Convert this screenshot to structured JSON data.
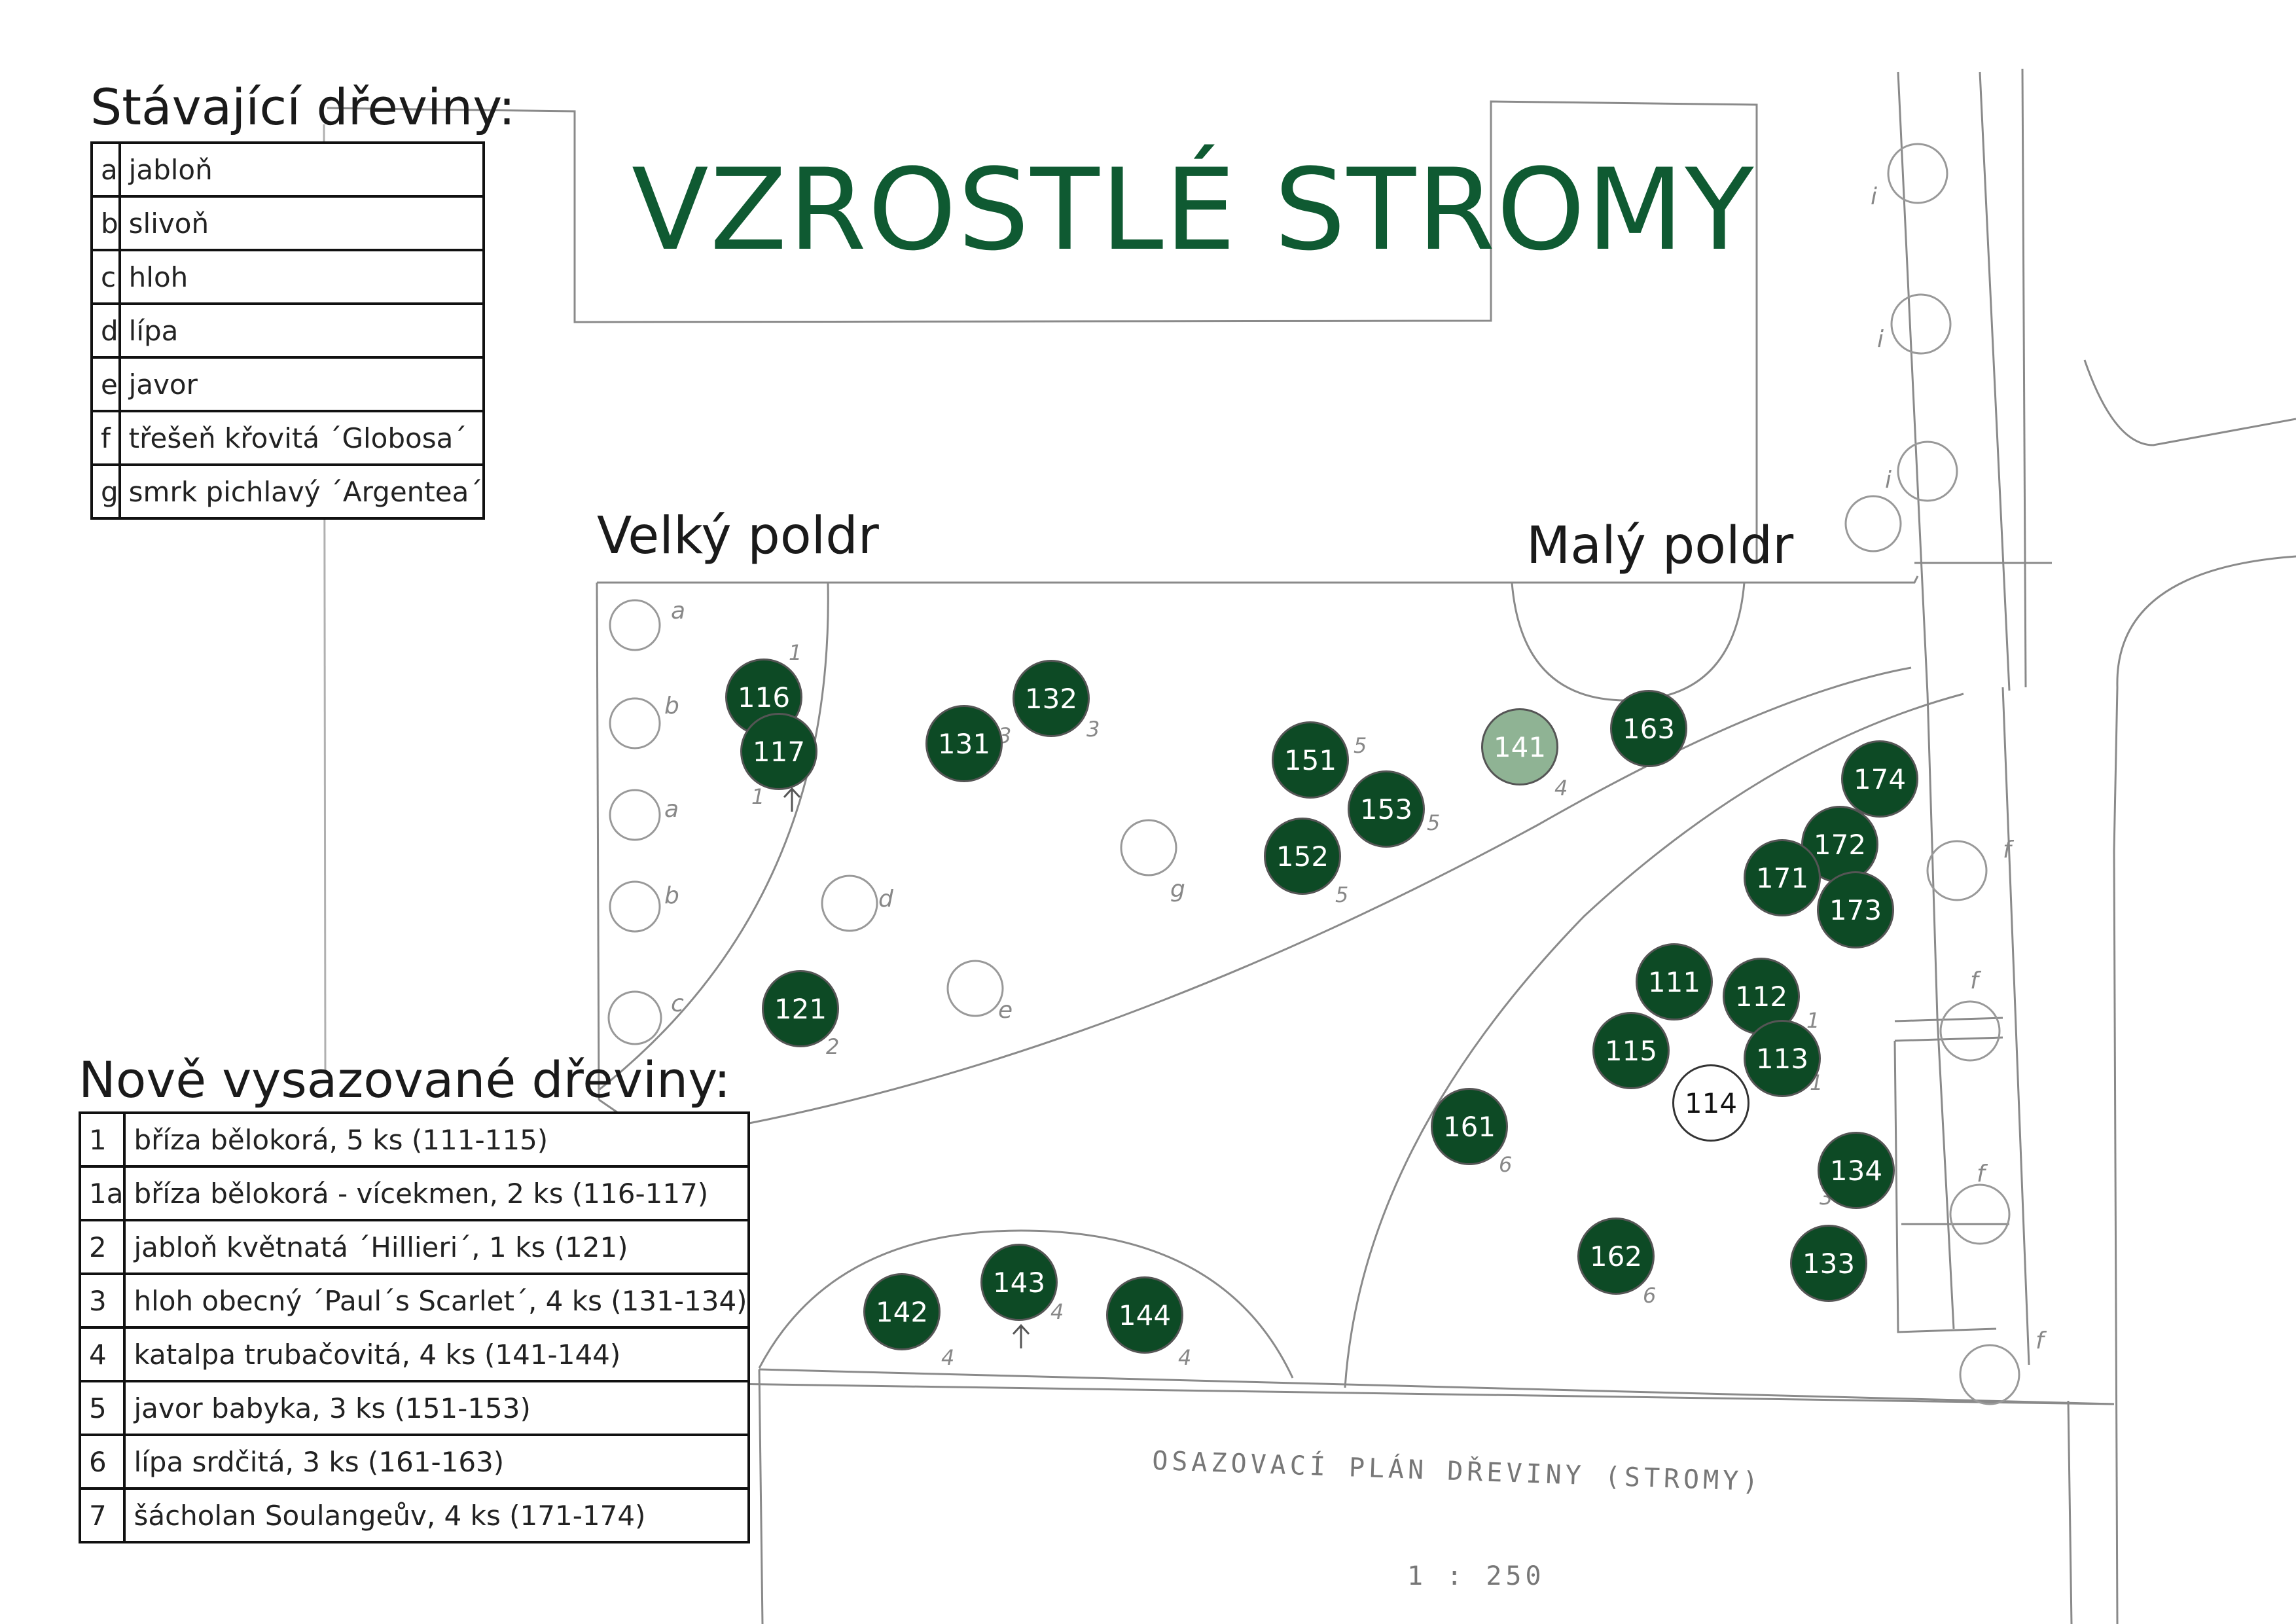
{
  "title": "VZROSTLÉ STROMY",
  "existing_heading": "Stávající dřeviny:",
  "new_heading": "Nově vysazované dřeviny:",
  "area_large": "Velký poldr",
  "area_small": "Malý poldr",
  "existing_trees": [
    {
      "code": "a",
      "name": "jabloň"
    },
    {
      "code": "b",
      "name": "slivoň"
    },
    {
      "code": "c",
      "name": "hloh"
    },
    {
      "code": "d",
      "name": "lípa"
    },
    {
      "code": "e",
      "name": "javor"
    },
    {
      "code": "f",
      "name": "třešeň křovitá ´Globosa´"
    },
    {
      "code": "g",
      "name": "smrk pichlavý ´Argentea´"
    }
  ],
  "new_trees": [
    {
      "code": "1",
      "name": "bříza bělokorá, 5 ks (111-115)"
    },
    {
      "code": "1a",
      "name": "bříza bělokorá - vícekmen, 2 ks (116-117)"
    },
    {
      "code": "2",
      "name": "jabloň květnatá ´Hillieri´, 1 ks (121)"
    },
    {
      "code": "3",
      "name": "hloh obecný ´Paul´s Scarlet´, 4 ks (131-134)"
    },
    {
      "code": "4",
      "name": "katalpa trubačovitá, 4 ks (141-144)"
    },
    {
      "code": "5",
      "name": "javor babyka, 3 ks (151-153)"
    },
    {
      "code": "6",
      "name": "lípa srdčitá, 3 ks (161-163)"
    },
    {
      "code": "7",
      "name": "šácholan Soulangeův, 4 ks (171-174)"
    }
  ],
  "plan_caption": "OSAZOVACÍ PLÁN DŘEVINY (STROMY)",
  "scale": "1 : 250",
  "markers": {
    "m116": "116",
    "m117": "117",
    "m131": "131",
    "m132": "132",
    "m121": "121",
    "m151": "151",
    "m152": "152",
    "m153": "153",
    "m141": "141",
    "m163": "163",
    "m174": "174",
    "m172": "172",
    "m171": "171",
    "m173": "173",
    "m111": "111",
    "m112": "112",
    "m113": "113",
    "m115": "115",
    "m114": "114",
    "m161": "161",
    "m134": "134",
    "m162": "162",
    "m133": "133",
    "m142": "142",
    "m143": "143",
    "m144": "144"
  },
  "colors": {
    "new_tree_fill": "#0d4a25",
    "highlight_tree_fill": "#8fb394",
    "title_green": "#0f5a32"
  }
}
